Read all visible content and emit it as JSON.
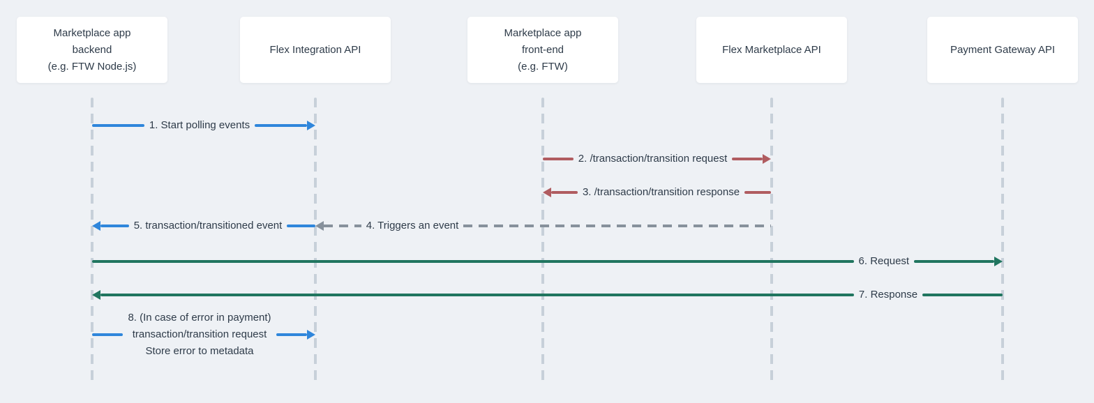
{
  "colors": {
    "blue": "#2f86db",
    "red": "#b05c60",
    "green": "#20755f",
    "gray": "#87919c",
    "lifeline": "#c7d0d9",
    "text": "#2e3b49",
    "background": "#eef1f5",
    "actor_bg": "#ffffff"
  },
  "actors": [
    {
      "id": "marketplace-backend",
      "lines": [
        "Marketplace app",
        "backend",
        "(e.g. FTW Node.js)"
      ]
    },
    {
      "id": "flex-integration-api",
      "lines": [
        "Flex Integration API",
        "",
        ""
      ]
    },
    {
      "id": "marketplace-frontend",
      "lines": [
        "Marketplace app",
        "front-end",
        "(e.g. FTW)"
      ]
    },
    {
      "id": "flex-marketplace-api",
      "lines": [
        "Flex Marketplace API",
        "",
        ""
      ]
    },
    {
      "id": "payment-gateway-api",
      "lines": [
        "Payment Gateway API",
        "",
        ""
      ]
    }
  ],
  "messages": [
    {
      "num": 1,
      "label": "1. Start polling events",
      "from": "marketplace-backend",
      "to": "flex-integration-api",
      "color": "blue",
      "style": "solid"
    },
    {
      "num": 2,
      "label": "2. /transaction/transition request",
      "from": "marketplace-frontend",
      "to": "flex-marketplace-api",
      "color": "red",
      "style": "solid"
    },
    {
      "num": 3,
      "label": "3. /transaction/transition response",
      "from": "flex-marketplace-api",
      "to": "marketplace-frontend",
      "color": "red",
      "style": "solid"
    },
    {
      "num": 4,
      "label": "4. Triggers an event",
      "from": "flex-marketplace-api",
      "to": "flex-integration-api",
      "color": "gray",
      "style": "dashed"
    },
    {
      "num": 5,
      "label": "5. transaction/transitioned event",
      "from": "flex-integration-api",
      "to": "marketplace-backend",
      "color": "blue",
      "style": "solid"
    },
    {
      "num": 6,
      "label": "6. Request",
      "from": "marketplace-backend",
      "to": "payment-gateway-api",
      "color": "green",
      "style": "solid"
    },
    {
      "num": 7,
      "label": "7. Response",
      "from": "payment-gateway-api",
      "to": "marketplace-backend",
      "color": "green",
      "style": "solid"
    },
    {
      "num": 8,
      "label_lines": [
        "8. (In case of error in payment)",
        "transaction/transition request",
        "Store error to metadata"
      ],
      "from": "marketplace-backend",
      "to": "flex-integration-api",
      "color": "blue",
      "style": "solid"
    }
  ]
}
